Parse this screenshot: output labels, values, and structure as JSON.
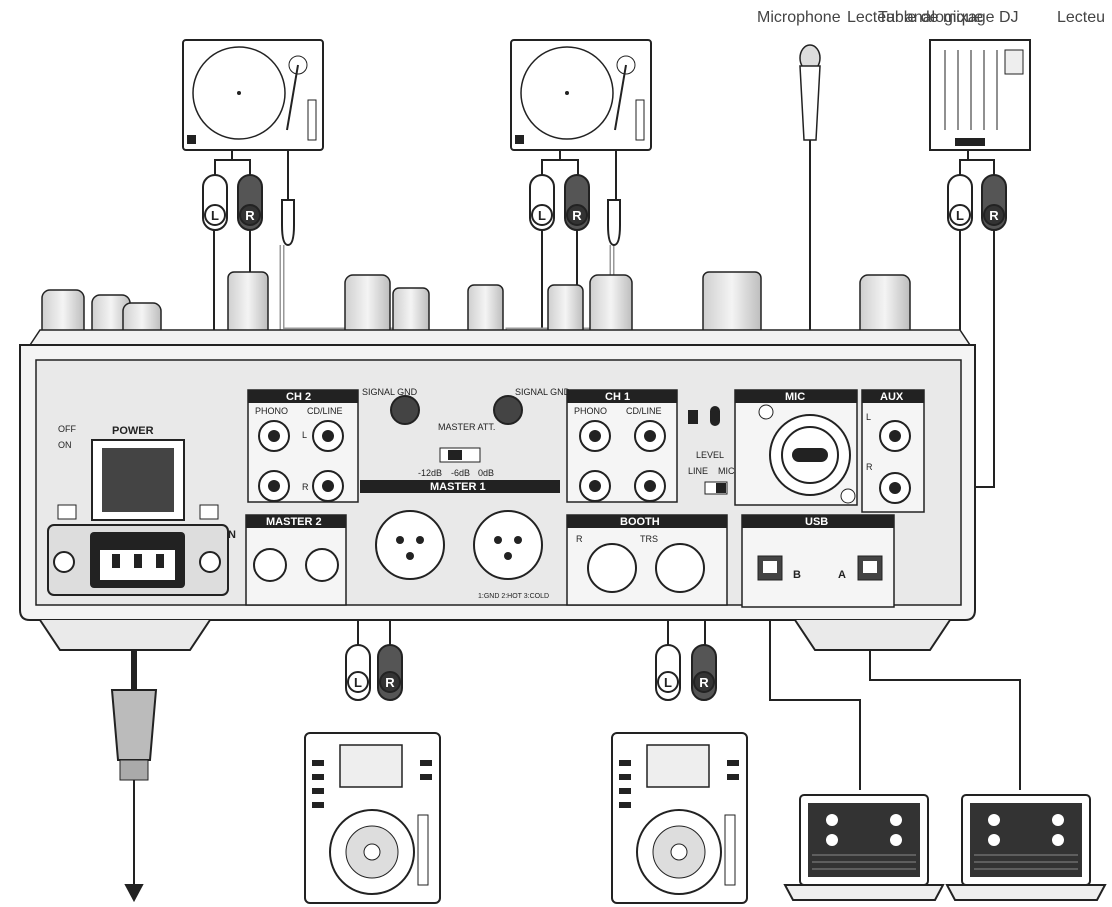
{
  "captions": {
    "microphone": "Microphone",
    "turntable": "Lecteur analogique",
    "dj_mixer": "Table de mixage DJ",
    "lecteur": "Lecteu"
  },
  "plug_labels": {
    "left": "L",
    "right": "R"
  },
  "panel": {
    "ch2": "CH 2",
    "ch1": "CH 1",
    "phono": "PHONO",
    "cd_line": "CD/LINE",
    "l": "L",
    "r": "R",
    "signal_gnd": "SIGNAL GND",
    "master_att": "MASTER ATT.",
    "att_values": [
      "-12dB",
      "-6dB",
      "0dB"
    ],
    "master1": "MASTER 1",
    "master2": "MASTER 2",
    "booth": "BOOTH",
    "trs": "TRS",
    "mic": "MIC",
    "level": "LEVEL",
    "line": "LINE",
    "mic_switch": "MIC",
    "aux": "AUX",
    "usb": "USB",
    "usb_b": "B",
    "usb_a": "A",
    "power": "POWER",
    "off": "OFF",
    "on": "ON",
    "ac_in": "AC IN",
    "xlr_pins": "1:GND 2:HOT 3:COLD"
  }
}
